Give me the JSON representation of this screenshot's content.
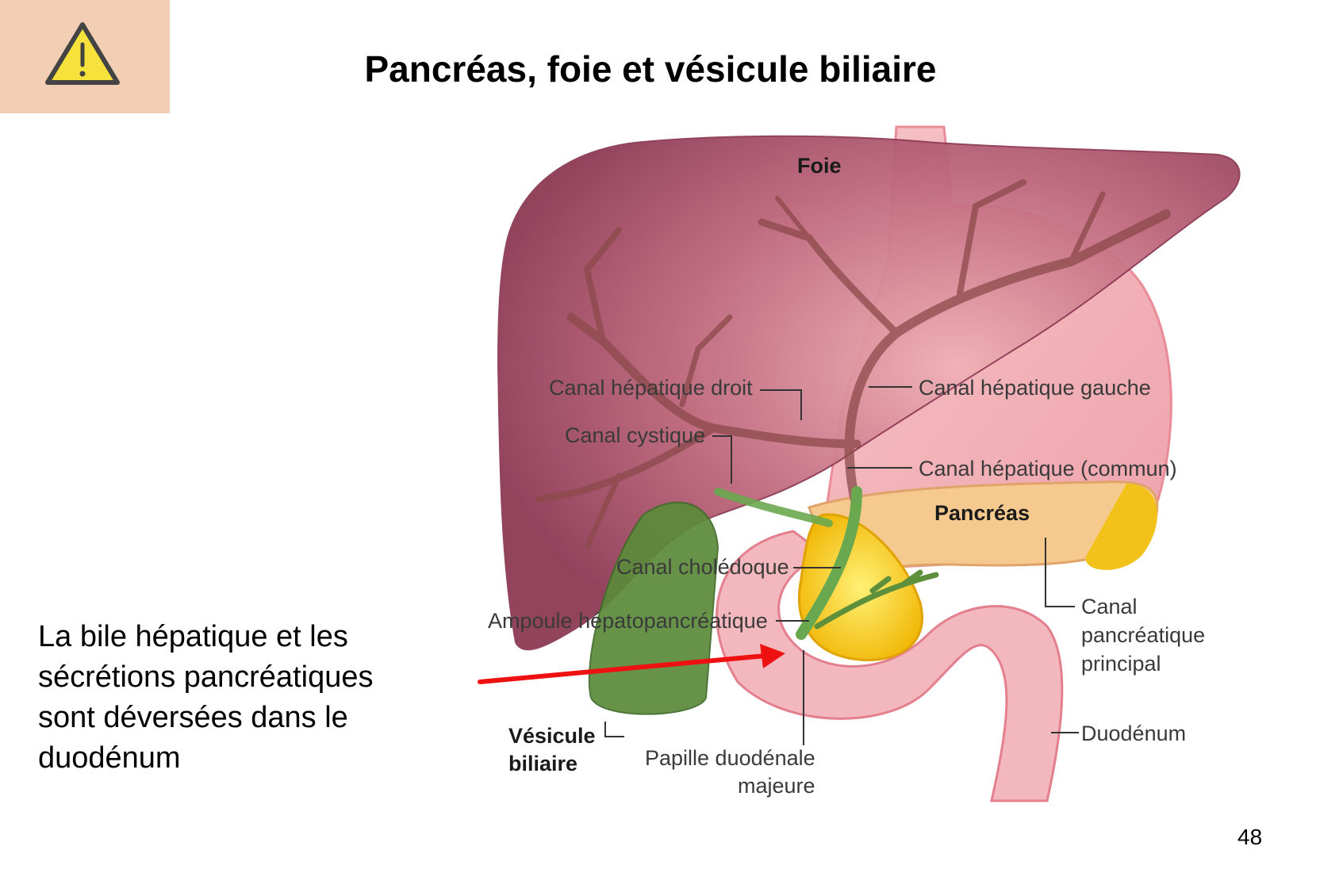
{
  "slide": {
    "title": "Pancréas, foie et vésicule biliaire",
    "page_number": "48",
    "warning_icon": "warning-triangle-icon",
    "side_text": [
      "La bile hépatique et les",
      "sécrétions pancréatiques",
      "sont déversées dans le",
      "duodénum"
    ]
  },
  "diagram": {
    "labels": {
      "foie": "Foie",
      "canal_hepatique_droit": "Canal hépatique droit",
      "canal_hepatique_gauche": "Canal hépatique gauche",
      "canal_cystique": "Canal cystique",
      "canal_hepatique_commun": "Canal hépatique (commun)",
      "pancreas": "Pancréas",
      "canal_choledoque": "Canal cholédoque",
      "ampoule": "Ampoule hépatopancréatique",
      "canal_pancreatique_1": "Canal",
      "canal_pancreatique_2": "pancréatique",
      "canal_pancreatique_3": "principal",
      "vesicule_1": "Vésicule",
      "vesicule_2": "biliaire",
      "papille_1": "Papille duodénale",
      "papille_2": "majeure",
      "duodenum": "Duodénum"
    },
    "colors": {
      "liver": "#a0445e",
      "stomach": "#f2b8bd",
      "pancreas": "#f6c98f",
      "pancreas_head": "#f5c400",
      "gallbladder": "#5b8a3a",
      "bile_duct": "#6aa84f",
      "arrow": "#ee1111"
    }
  }
}
